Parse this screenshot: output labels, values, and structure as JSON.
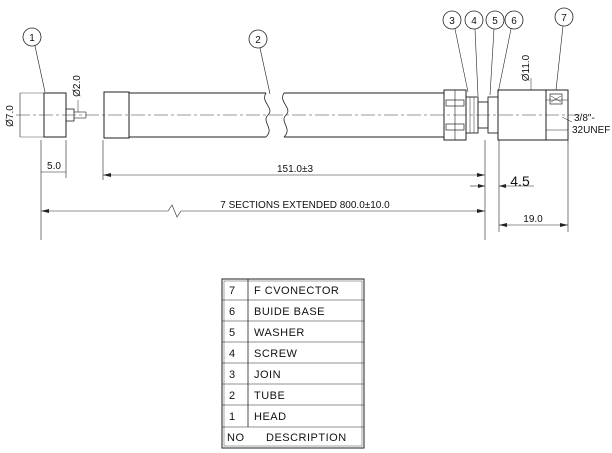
{
  "balloons": [
    "1",
    "2",
    "3",
    "4",
    "5",
    "6",
    "7"
  ],
  "dimensions": {
    "head_diameter": "Ø7.0",
    "pin_diameter": "Ø2.0",
    "connector_diameter": "Ø11.0",
    "thread": [
      "3/8\"-",
      "32UNEF"
    ],
    "head_length": "5.0",
    "tube_length": "151.0±3",
    "gap": "4.5",
    "extended_length": "7 SECTIONS EXTENDED 800.0±10.0",
    "connector_length": "19.0"
  },
  "bom": {
    "rows": [
      {
        "no": "7",
        "description": "F CVONECTOR"
      },
      {
        "no": "6",
        "description": "BUIDE BASE"
      },
      {
        "no": "5",
        "description": "WASHER"
      },
      {
        "no": "4",
        "description": "SCREW"
      },
      {
        "no": "3",
        "description": "JOIN"
      },
      {
        "no": "2",
        "description": "TUBE"
      },
      {
        "no": "1",
        "description": "HEAD"
      }
    ],
    "header": {
      "no": "NO",
      "description": "DESCRIPTION"
    }
  }
}
